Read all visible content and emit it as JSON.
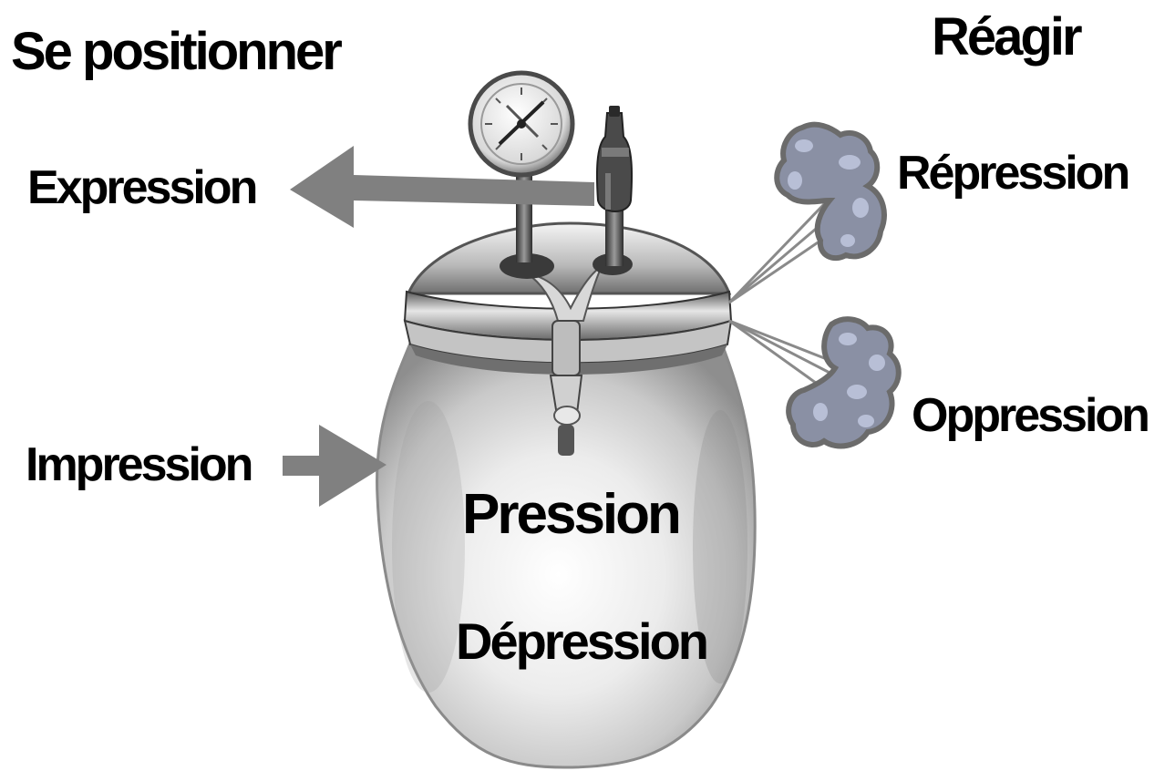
{
  "headings": {
    "left": "Se positionner",
    "right": "Réagir"
  },
  "labels": {
    "expression": "Expression",
    "impression": "Impression",
    "repression": "Répression",
    "oppression": "Oppression",
    "pression": "Pression",
    "depression": "Dépression"
  },
  "icons": {
    "pot": "pressure-cooker-icon",
    "gauge": "pressure-gauge-icon",
    "valve": "steam-valve-icon",
    "steam": "steam-puff-icon"
  },
  "colors": {
    "arrow": "#808080",
    "steam_fill": "#8a90a4",
    "steam_outline": "#6b6b6b",
    "text": "#000000"
  }
}
